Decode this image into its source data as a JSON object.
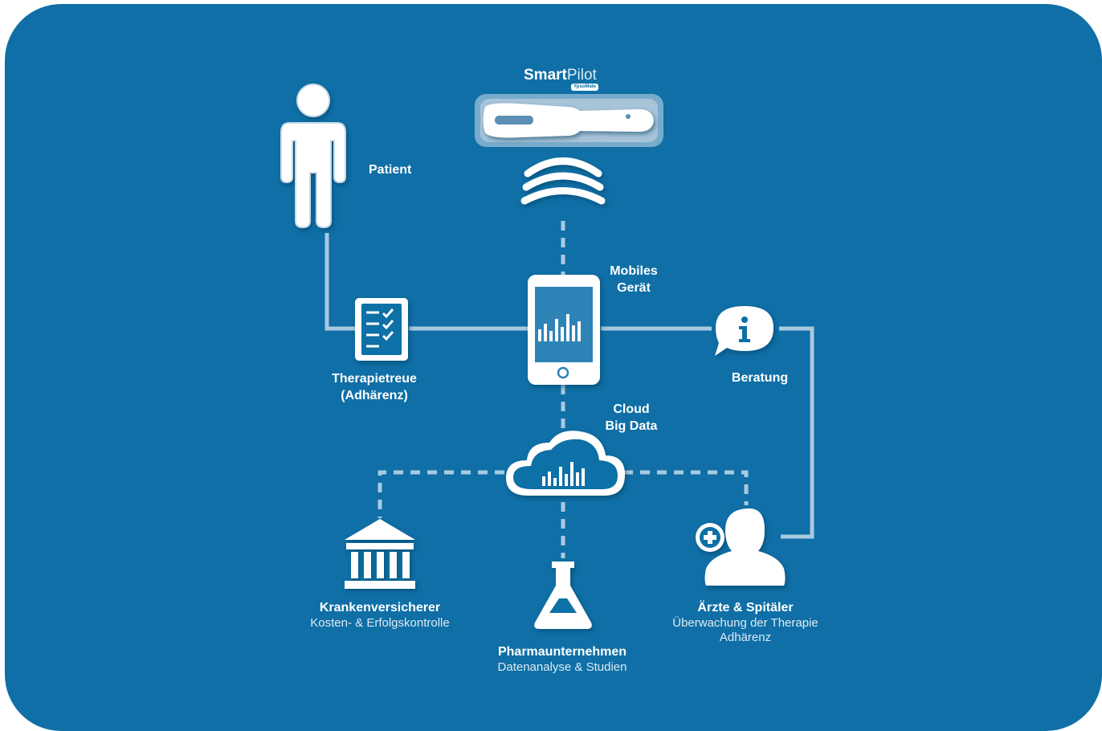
{
  "brand": {
    "strong": "Smart",
    "thin": "Pilot",
    "badge": "YpsoMate"
  },
  "nodes": {
    "patient": {
      "label": "Patient"
    },
    "mobile": {
      "label_line1": "Mobiles",
      "label_line2": "Gerät"
    },
    "therapy": {
      "label_line1": "Therapietreue",
      "label_line2": "(Adhärenz)"
    },
    "counsel": {
      "label": "Beratung"
    },
    "cloud": {
      "label_line1": "Cloud",
      "label_line2": "Big Data"
    },
    "insurer": {
      "title": "Krankenversicherer",
      "subtitle": "Kosten- & Erfolgskontrolle"
    },
    "pharma": {
      "title": "Pharmaunternehmen",
      "subtitle": "Datenanalyse & Studien"
    },
    "doctors": {
      "title": "Ärzte & Spitäler",
      "subtitle_line1": "Überwachung der Therapie",
      "subtitle_line2": "Adhärenz"
    }
  },
  "colors": {
    "background": "#0f6fa6",
    "line": "#a9c9e0",
    "icon": "#ffffff"
  },
  "icons": [
    "person-icon",
    "injector-pen-icon",
    "wireless-signal-icon",
    "checklist-icon",
    "smartphone-chart-icon",
    "info-bubble-icon",
    "cloud-chart-icon",
    "bank-building-icon",
    "flask-icon",
    "doctor-plus-icon"
  ]
}
